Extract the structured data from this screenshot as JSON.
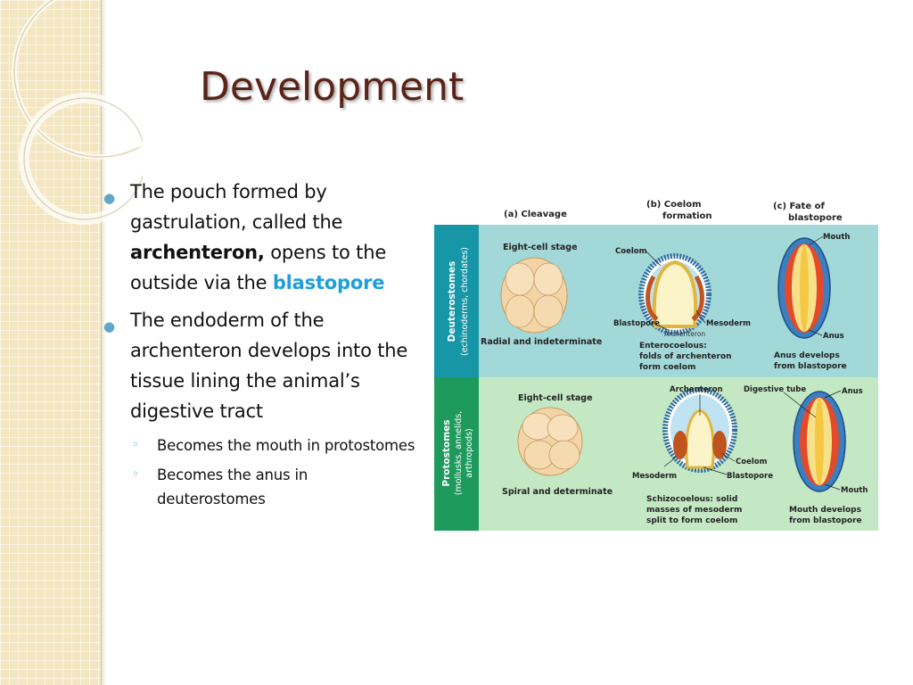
{
  "slide": {
    "title": "Development",
    "colors": {
      "title": "#5a2418",
      "accent": "#1f9ed8",
      "bullet": "#5fa8c8"
    }
  },
  "bullets": [
    {
      "text_before": "The pouch formed by gastrulation, called the ",
      "bold_term": "archenteron,",
      "text_middle": " opens to the outside via the ",
      "accent_term": "blastopore"
    },
    {
      "text": "The endoderm of the archenteron develops into the tissue lining the animal’s digestive tract",
      "sub_bullets": [
        "Becomes the mouth in protostomes",
        "Becomes the anus in deuterostomes"
      ]
    }
  ],
  "figure": {
    "col_a": "(a) Cleavage",
    "col_b_1": "(b) Coelom",
    "col_b_2": "formation",
    "col_c_1": "(c) Fate of",
    "col_c_2": "blastopore",
    "deut_label": "Deuterostomes",
    "deut_sub": "(echinoderms, chordates)",
    "prot_label": "Protostomes",
    "prot_sub_1": "(mollusks, annelids,",
    "prot_sub_2": "arthropods)",
    "deut": {
      "eight_cell": "Eight-cell stage",
      "radial": "Radial and indeterminate",
      "coelom": "Coelom",
      "blastopore": "Blastopore",
      "mesoderm": "Mesoderm",
      "archenteron": "Archenteron",
      "entero_1": "Enterocoelous:",
      "entero_2": "folds of archenteron",
      "entero_3": "form coelom",
      "mouth": "Mouth",
      "anus": "Anus",
      "fate_1": "Anus develops",
      "fate_2": "from blastopore"
    },
    "prot": {
      "eight_cell": "Eight-cell stage",
      "spiral": "Spiral and determinate",
      "archenteron": "Archenteron",
      "digestive": "Digestive tube",
      "anus": "Anus",
      "mesoderm": "Mesoderm",
      "coelom": "Coelom",
      "blastopore": "Blastopore",
      "schizo_1": "Schizocoelous: solid",
      "schizo_2": "masses of mesoderm",
      "schizo_3": "split to form coelom",
      "mouth": "Mouth",
      "fate_1": "Mouth develops",
      "fate_2": "from blastopore"
    }
  }
}
